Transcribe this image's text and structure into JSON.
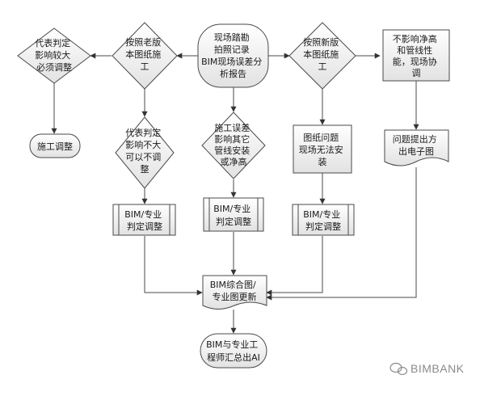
{
  "nodes": {
    "survey_report": {
      "lines": [
        "现场踏勘",
        "拍照记录",
        "BIM现场误差分",
        "析报告"
      ]
    },
    "old_drawing": {
      "lines": [
        "按照老版",
        "本图纸施",
        "工"
      ]
    },
    "new_drawing": {
      "lines": [
        "按照新版",
        "本图纸施",
        "工"
      ]
    },
    "major_impact": {
      "lines": [
        "代表判定",
        "影响较大",
        "必须调整"
      ]
    },
    "construction_adjust": {
      "lines": [
        "施工调整"
      ]
    },
    "minor_impact": {
      "lines": [
        "代表判定",
        "影响不大",
        "可以不调",
        "整"
      ]
    },
    "pipe_impact": {
      "lines": [
        "施工误差",
        "影响其它",
        "管线安装",
        "或净高"
      ]
    },
    "drawing_problem": {
      "lines": [
        "图纸问题",
        "现场无法安",
        "装"
      ]
    },
    "no_impact": {
      "lines": [
        "不影响净高",
        "和管线性",
        "能，现场协",
        "调"
      ]
    },
    "electronic_drawing": {
      "lines": [
        "问题提出方",
        "出电子图"
      ]
    },
    "bim_judge_1": {
      "lines": [
        "BIM/专业",
        "判定调整"
      ]
    },
    "bim_judge_2": {
      "lines": [
        "BIM/专业",
        "判定调整"
      ]
    },
    "bim_judge_3": {
      "lines": [
        "BIM/专业",
        "判定调整"
      ]
    },
    "bim_combined": {
      "lines": [
        "BIM综合图/",
        "专业图更新"
      ]
    },
    "bim_summary": {
      "lines": [
        "BIM与专业工",
        "程师汇总出AI"
      ]
    }
  },
  "watermark": {
    "text": "BIMBANK",
    "icon": "wechat-icon"
  }
}
